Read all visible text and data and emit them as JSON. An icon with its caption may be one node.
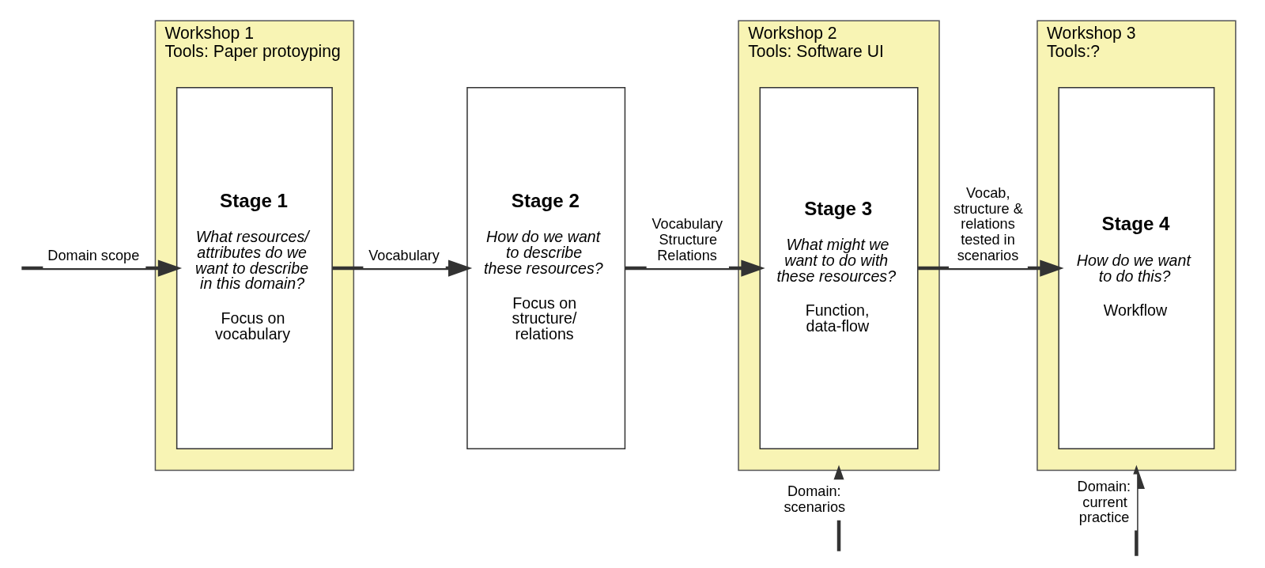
{
  "diagram": {
    "nodes": [
      {
        "text": [
          "Workshop 1",
          "Tools: Paper protoyping"
        ]
      },
      {
        "text": [
          "Stage 1",
          "What resources/ attributes do we want to describe in this domain?",
          "Focus on vocabulary"
        ],
        "in": 0
      },
      {
        "text": [
          "Stage 2",
          "How do we want to describe these resources?",
          "Focus on structure/ relations"
        ]
      },
      {
        "text": [
          "Workshop 2",
          "Tools: Software UI"
        ]
      },
      {
        "text": [
          "Stage 3",
          "What might we want to do with these resources?",
          "Function, data-flow"
        ],
        "in": 3
      },
      {
        "text": [
          "Workshop 3",
          "Tools:?"
        ]
      },
      {
        "text": [
          "Stage 4",
          "How do we want to do this?",
          "Workflow"
        ],
        "in": 5
      }
    ],
    "edges": [
      {
        "from": null,
        "to": 1,
        "arrow": "to",
        "label": "Domain scope"
      },
      {
        "from": 1,
        "to": 2,
        "arrow": "to",
        "label": "Vocabulary"
      },
      {
        "from": 2,
        "to": 4,
        "arrow": "to",
        "label": "Vocabulary Structure Relations"
      },
      {
        "from": 4,
        "to": 6,
        "arrow": "to",
        "label": "Vocab, structure & relations tested in scenarios"
      },
      {
        "from": null,
        "to": 3,
        "arrow": "to",
        "label": "Domain: scenarios"
      },
      {
        "from": null,
        "to": 5,
        "arrow": "to",
        "label": "Domain: current practice"
      }
    ]
  }
}
